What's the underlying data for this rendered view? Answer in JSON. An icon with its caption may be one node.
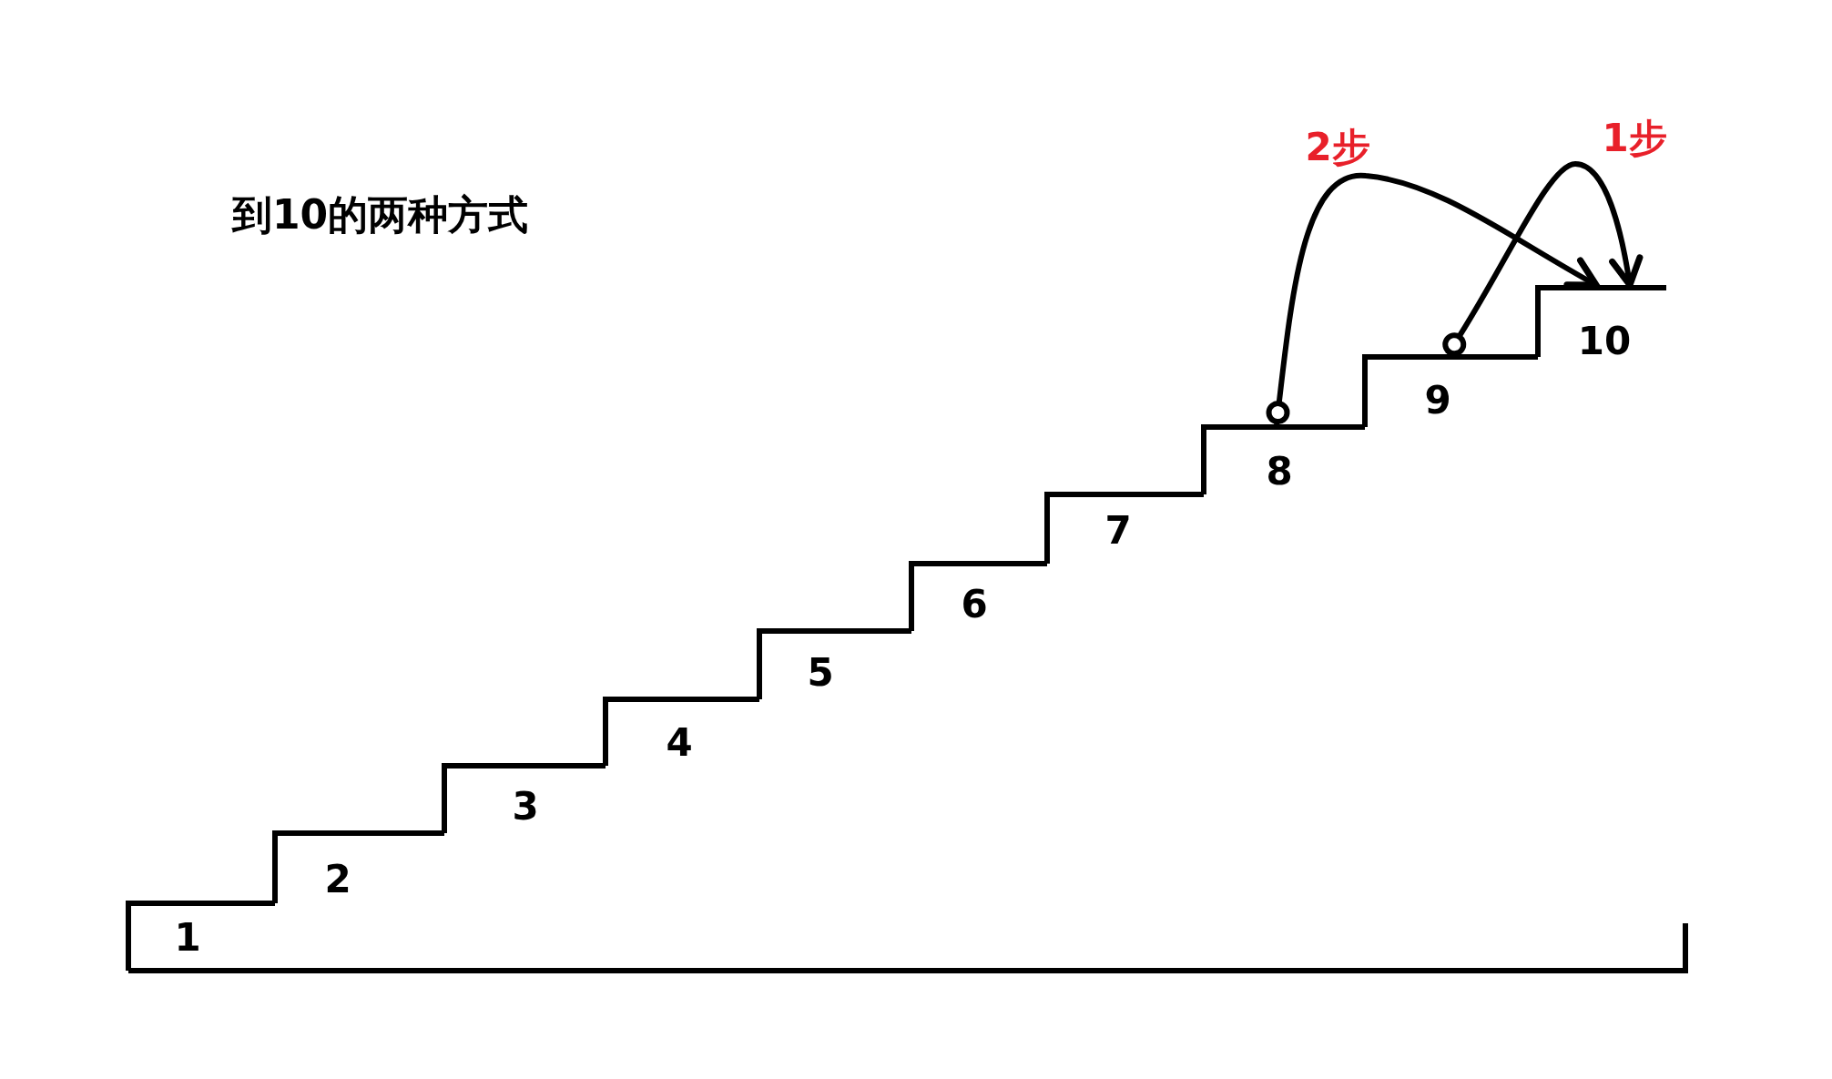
{
  "diagram": {
    "title": "到10的两种方式",
    "nodes": [
      {
        "text": [
          "1"
        ]
      },
      {
        "text": [
          "2"
        ]
      },
      {
        "text": [
          "3"
        ]
      },
      {
        "text": [
          "4"
        ]
      },
      {
        "text": [
          "5"
        ]
      },
      {
        "text": [
          "6"
        ]
      },
      {
        "text": [
          "7"
        ]
      },
      {
        "text": [
          "8"
        ]
      },
      {
        "text": [
          "9"
        ]
      },
      {
        "text": [
          "10"
        ]
      }
    ],
    "edges": [
      {
        "from": 7,
        "to": 9,
        "arrow": "to",
        "label": "2步"
      },
      {
        "from": 8,
        "to": 9,
        "arrow": "to",
        "label": "1步"
      }
    ]
  }
}
